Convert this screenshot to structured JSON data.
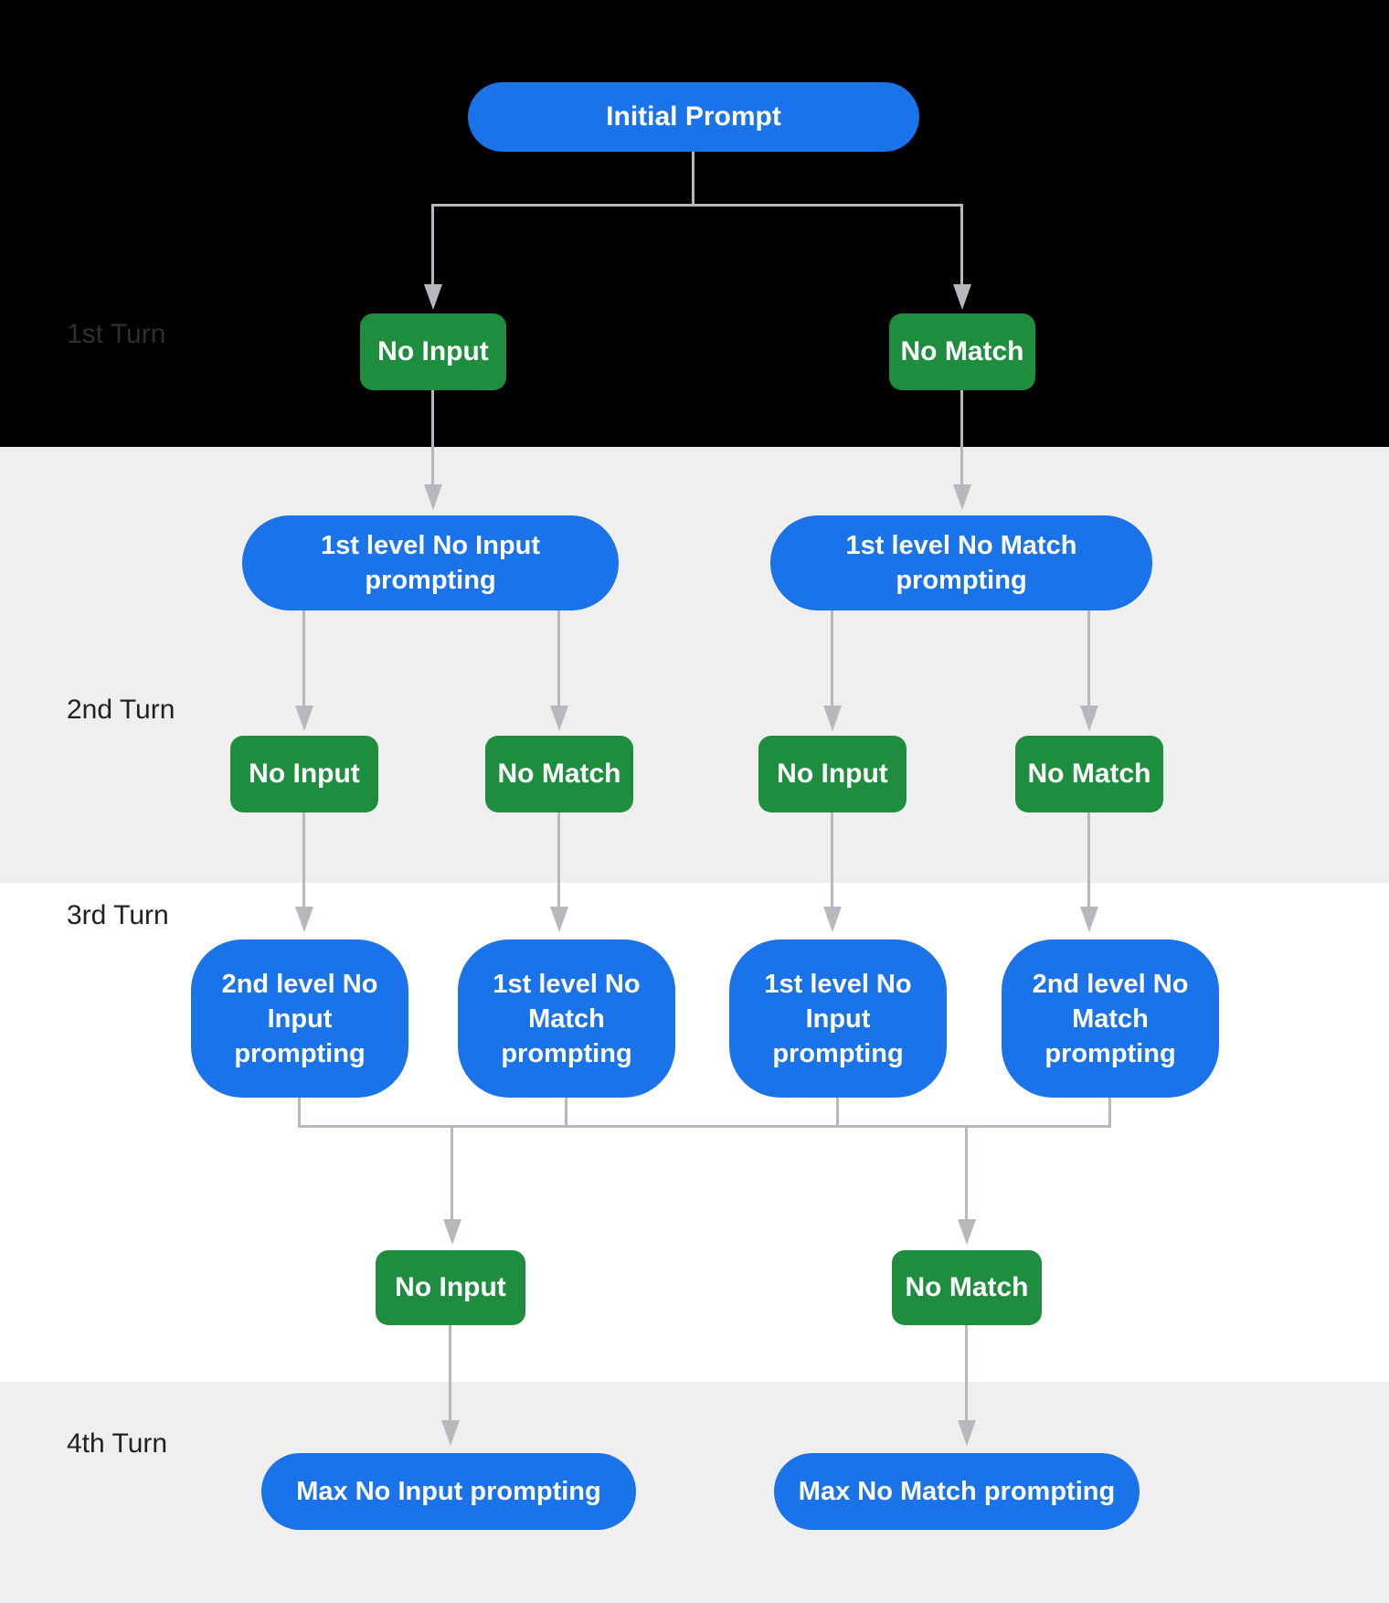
{
  "turn_labels": [
    "1st Turn",
    "2nd Turn",
    "3rd Turn",
    "4th Turn"
  ],
  "nodes": {
    "initial_prompt": "Initial Prompt",
    "t1_no_input": "No Input",
    "t1_no_match": "No Match",
    "l1_no_input_prompting": "1st level No Input prompting",
    "l1_no_match_prompting": "1st level No Match prompting",
    "t2_no_input_a": "No Input",
    "t2_no_match_a": "No Match",
    "t2_no_input_b": "No Input",
    "t2_no_match_b": "No Match",
    "l2_no_input_prompting": "2nd level No Input prompting",
    "l1_no_match_prompting_b": "1st level No Match prompting",
    "l1_no_input_prompting_b": "1st level No Input prompting",
    "l2_no_match_prompting": "2nd level No Match prompting",
    "t3_no_input": "No Input",
    "t3_no_match": "No Match",
    "max_no_input": "Max No Input prompting",
    "max_no_match": "Max No Match prompting"
  },
  "colors": {
    "prompt_blue": "#1a73e8",
    "event_green": "#1e8e3e",
    "connector_gray": "#b5b9bd",
    "label_dark": "#202124",
    "label_on_black": "#2d2f33",
    "band_black": "#000000",
    "band_gray": "#efefef",
    "band_white": "#ffffff",
    "node_text": "#ffffff"
  }
}
